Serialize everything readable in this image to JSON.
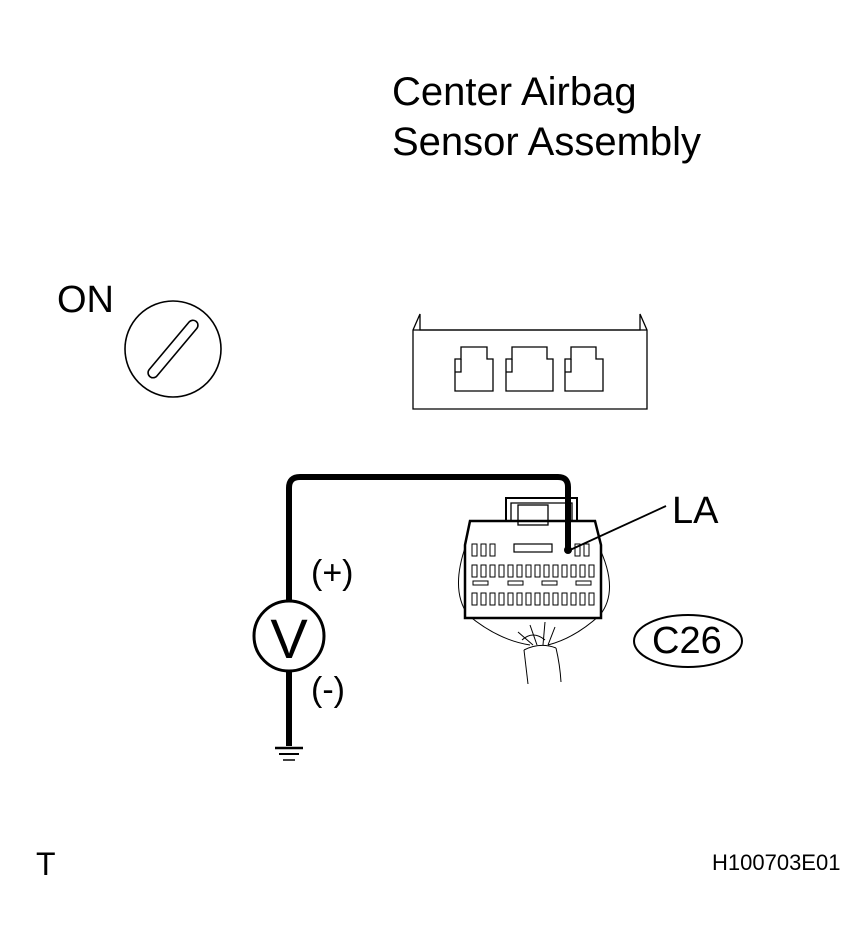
{
  "diagram": {
    "title_line1": "Center Airbag",
    "title_line2": "Sensor Assembly",
    "ignition_state": "ON",
    "terminal_label": "LA",
    "meter_symbol": "V",
    "positive_probe": "(+)",
    "negative_probe": "(-)",
    "connector_code": "C26",
    "corner_mark": "T",
    "figure_id": "H100703E01"
  }
}
